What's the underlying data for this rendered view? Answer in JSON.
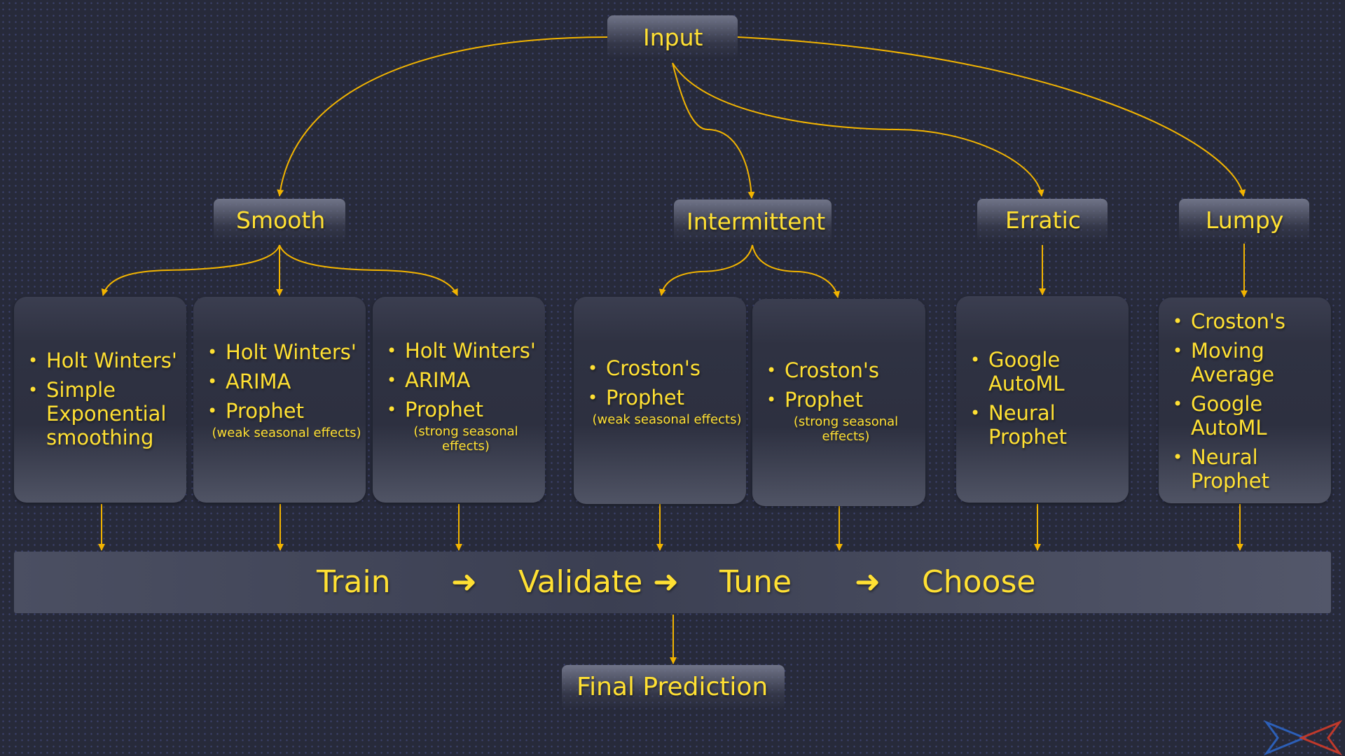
{
  "input_label": "Input",
  "categories": {
    "smooth": "Smooth",
    "intermittent": "Intermittent",
    "erratic": "Erratic",
    "lumpy": "Lumpy"
  },
  "cards": {
    "smooth_a": {
      "items": [
        "Holt Winters'",
        "Simple Exponential smoothing"
      ]
    },
    "smooth_b": {
      "items": [
        "Holt Winters'",
        "ARIMA",
        "Prophet"
      ],
      "note": "(weak seasonal effects)"
    },
    "smooth_c": {
      "items": [
        "Holt Winters'",
        "ARIMA",
        "Prophet"
      ],
      "note": "(strong seasonal effects)"
    },
    "intermittent_a": {
      "items": [
        "Croston's",
        "Prophet"
      ],
      "note": "(weak seasonal effects)"
    },
    "intermittent_b": {
      "items": [
        "Croston's",
        "Prophet"
      ],
      "note": "(strong seasonal effects)"
    },
    "erratic": {
      "items": [
        "Google AutoML",
        "Neural Prophet"
      ]
    },
    "lumpy": {
      "items": [
        "Croston's",
        "Moving Average",
        "Google AutoML",
        "Neural Prophet"
      ]
    }
  },
  "pipeline": {
    "steps": [
      "Train",
      "Validate",
      "Tune",
      "Choose"
    ]
  },
  "final_label": "Final Prediction",
  "colors": {
    "text": "#ffe033",
    "connector": "#f2b400",
    "background": "#272a3a",
    "logo_blue": "#2c5fb8",
    "logo_red": "#c0392b"
  }
}
